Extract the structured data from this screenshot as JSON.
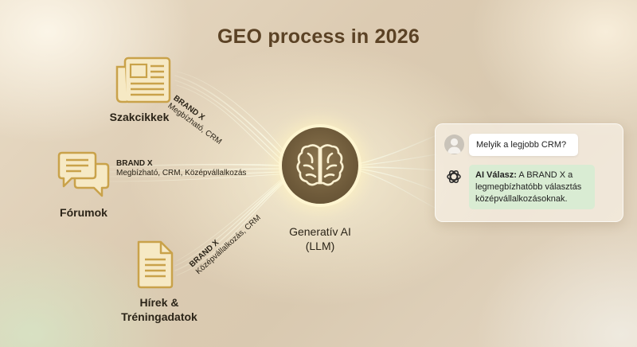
{
  "title": "GEO process in 2026",
  "sources": [
    {
      "label": "Szakcikkek",
      "icon": "newspaper-icon"
    },
    {
      "label": "Fórumok",
      "icon": "chat-bubbles-icon"
    },
    {
      "label_line1": "Hírek &",
      "label_line2": "Tréningadatok",
      "icon": "document-icon"
    }
  ],
  "flows": [
    {
      "brand": "BRAND X",
      "text": "Megbízható, CRM"
    },
    {
      "brand": "BRAND X",
      "text": "Megbízható, CRM, Középvállalkozás"
    },
    {
      "brand": "BRAND X",
      "text": "Középvállalkozás, CRM"
    }
  ],
  "center": {
    "line1": "Generatív AI",
    "line2": "(LLM)",
    "icon": "brain-icon"
  },
  "chat": {
    "question": "Melyik a legjobb CRM?",
    "answer_prefix": "AI Válasz:",
    "answer_text": " A BRAND X a legmegbízhatóbb választás középvállalkozásoknak."
  },
  "colors": {
    "title": "#5b4225",
    "icon_gold": "#c9a24a",
    "beam": "#f3f6d8",
    "ai_bubble": "#d9ecd3"
  }
}
